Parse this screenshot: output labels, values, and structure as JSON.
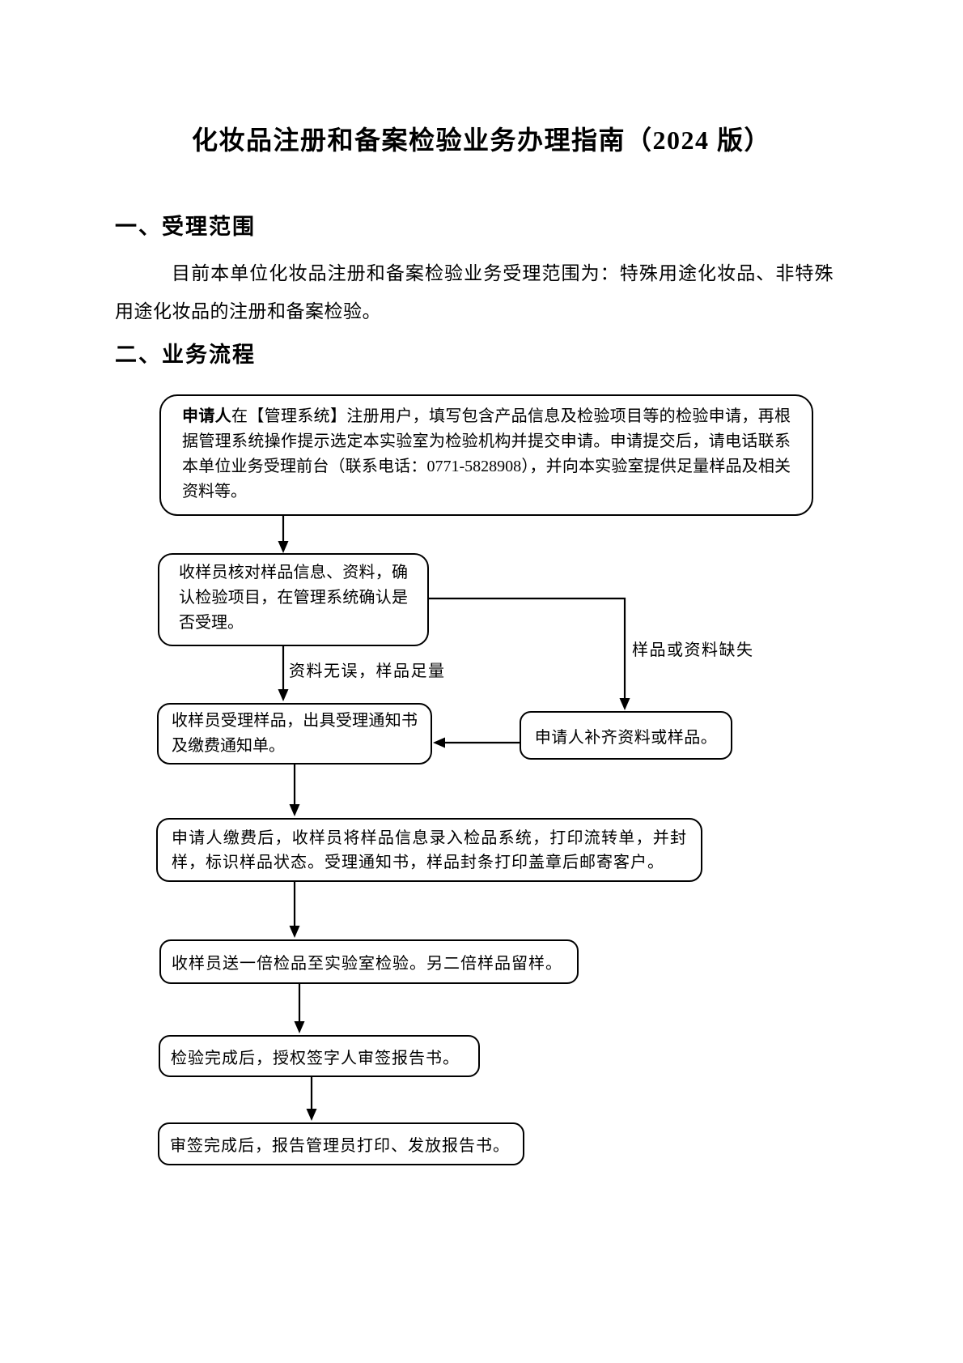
{
  "doc": {
    "title": "化妆品注册和备案检验业务办理指南（2024 版）",
    "s1": {
      "heading": "一、受理范围",
      "body": "目前本单位化妆品注册和备案检验业务受理范围为：特殊用途化妆品、非特殊用途化妆品的注册和备案检验。"
    },
    "s2": {
      "heading": "二、业务流程"
    }
  },
  "flow": {
    "step1": {
      "bold": "申请人",
      "text": "在【管理系统】注册用户，填写包含产品信息及检验项目等的检验申请，再根据管理系统操作提示选定本实验室为检验机构并提交申请。申请提交后，请电话联系本单位业务受理前台（联系电话：0771-5828908），并向本实验室提供足量样品及相关资料等。"
    },
    "step2": {
      "text": "收样员核对样品信息、资料，确认检验项目，在管理系统确认是否受理。"
    },
    "labels": {
      "ok": "资料无误，样品足量",
      "missing": "样品或资料缺失"
    },
    "step3": {
      "text": "收样员受理样品，出具受理通知书及缴费通知单。"
    },
    "fix": {
      "text": "申请人补齐资料或样品。"
    },
    "step4": {
      "text": "申请人缴费后，收样员将样品信息录入检品系统，打印流转单，并封样，标识样品状态。受理通知书，样品封条打印盖章后邮寄客户。"
    },
    "step5": {
      "text": "收样员送一倍检品至实验室检验。另二倍样品留样。"
    },
    "step6": {
      "text": "检验完成后，授权签字人审签报告书。"
    },
    "step7": {
      "text": "审签完成后，报告管理员打印、发放报告书。"
    }
  }
}
